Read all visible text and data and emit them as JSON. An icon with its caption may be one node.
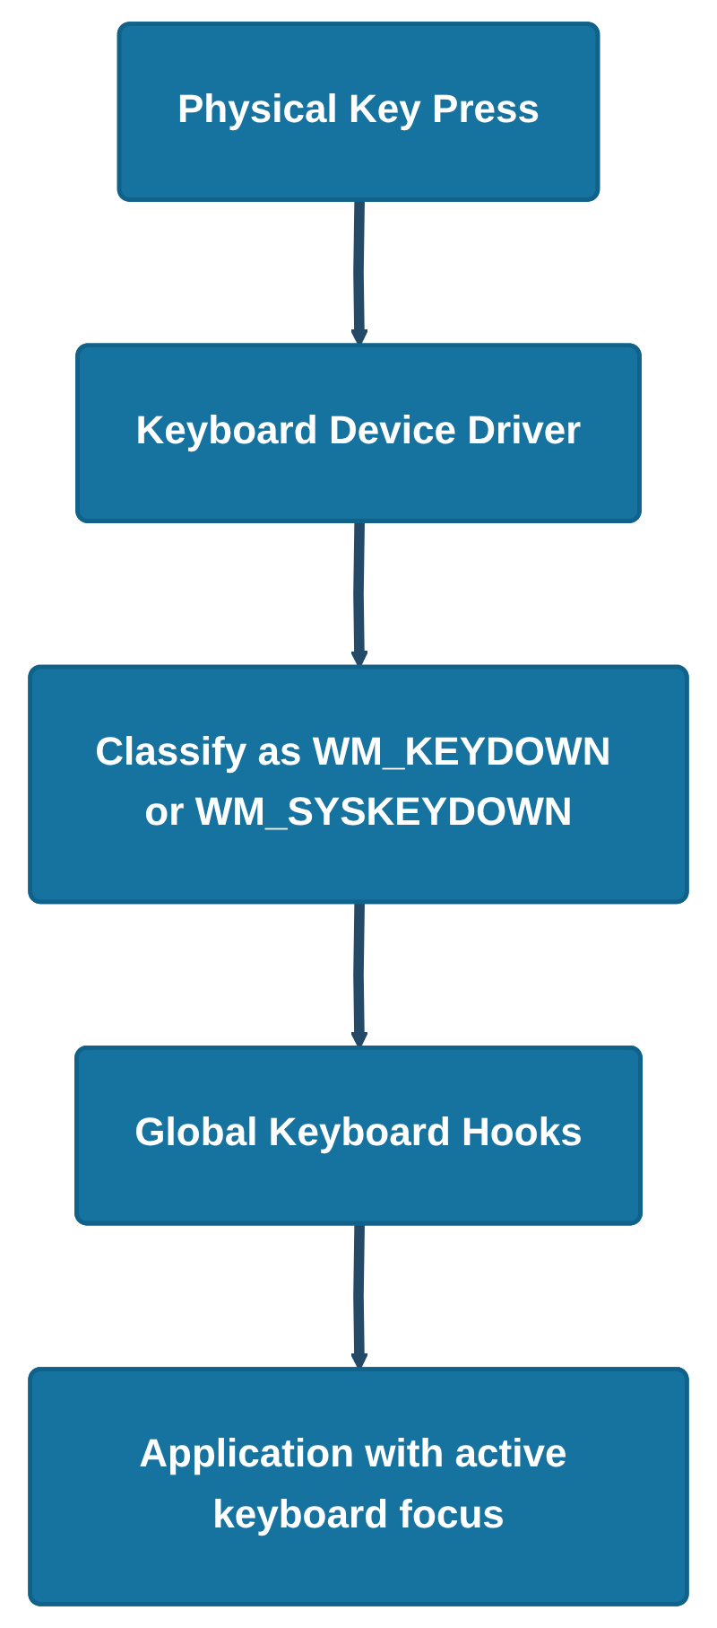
{
  "diagram": {
    "nodes": [
      {
        "text": [
          "Physical Key Press"
        ]
      },
      {
        "text": [
          "Keyboard Device Driver"
        ]
      },
      {
        "text": [
          "Classify as WM_KEYDOWN or WM_SYSKEYDOWN"
        ]
      },
      {
        "text": [
          "Global Keyboard Hooks"
        ]
      },
      {
        "text": [
          "Application with active keyboard focus"
        ]
      }
    ],
    "edges": [
      {
        "from": 0,
        "to": 1,
        "arrow": "to"
      },
      {
        "from": 1,
        "to": 2,
        "arrow": "to"
      },
      {
        "from": 2,
        "to": 3,
        "arrow": "to"
      },
      {
        "from": 3,
        "to": 4,
        "arrow": "to"
      }
    ]
  }
}
